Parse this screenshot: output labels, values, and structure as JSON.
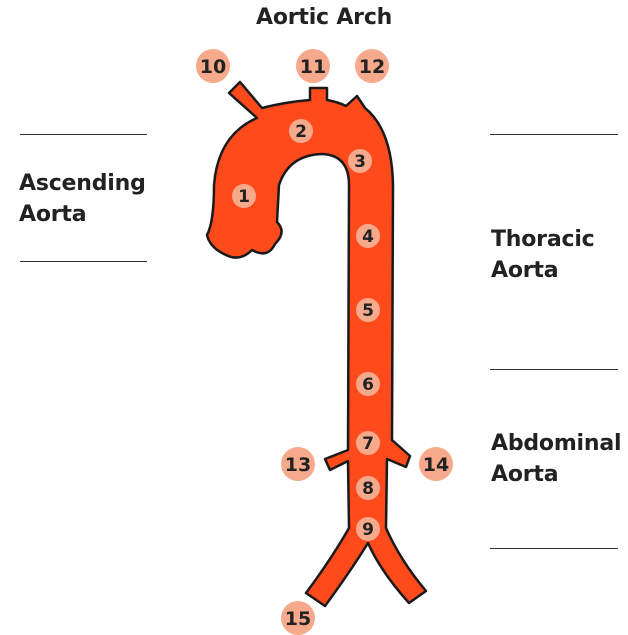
{
  "title": "Aortic Arch",
  "regions": {
    "ascending": [
      "Ascending",
      "Aorta"
    ],
    "thoracic": [
      "Thoracic",
      "Aorta"
    ],
    "abdominal": [
      "Abdominal",
      "Aorta"
    ]
  },
  "markers": [
    "1",
    "2",
    "3",
    "4",
    "5",
    "6",
    "7",
    "8",
    "9",
    "10",
    "11",
    "12",
    "13",
    "14",
    "15"
  ],
  "colors": {
    "vessel_fill": "#ff4a1c",
    "vessel_stroke": "#1a1a1a",
    "marker_fill": "#f7a98c",
    "text": "#222222"
  }
}
